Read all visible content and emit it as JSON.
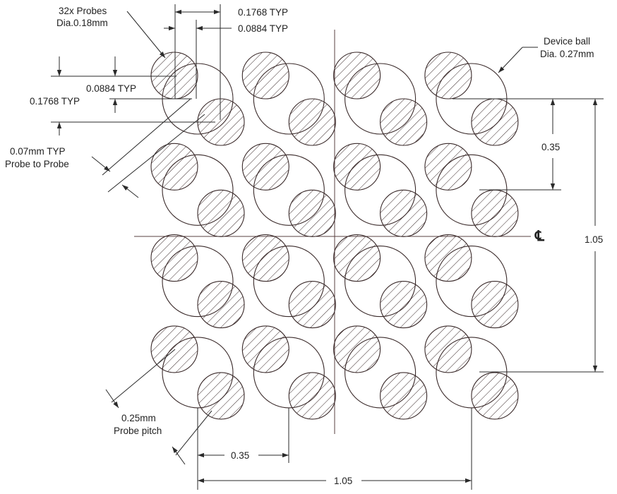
{
  "diagram": {
    "grid": {
      "balls_per_side": 4,
      "probes_per_ball": 2
    },
    "labels": {
      "probe_count": "32x Probes",
      "probe_dia": "Dia.0.18mm",
      "offset_x_large": "0.1768 TYP",
      "offset_x_small": "0.0884 TYP",
      "offset_y_small": "0.0884 TYP",
      "offset_y_large": "0.1768 TYP",
      "gap_value": "0.07mm TYP",
      "gap_desc": "Probe to Probe",
      "ball_title": "Device ball",
      "ball_dia": "Dia. 0.27mm",
      "pitch_v": "0.35",
      "span_v": "1.05",
      "centerline_symbol": "℄",
      "probe_pitch_value": "0.25mm",
      "probe_pitch_desc": "Probe pitch",
      "pitch_h": "0.35",
      "span_h": "1.05"
    },
    "colors": {
      "line": "#3a2a2a",
      "text": "#222222"
    }
  }
}
